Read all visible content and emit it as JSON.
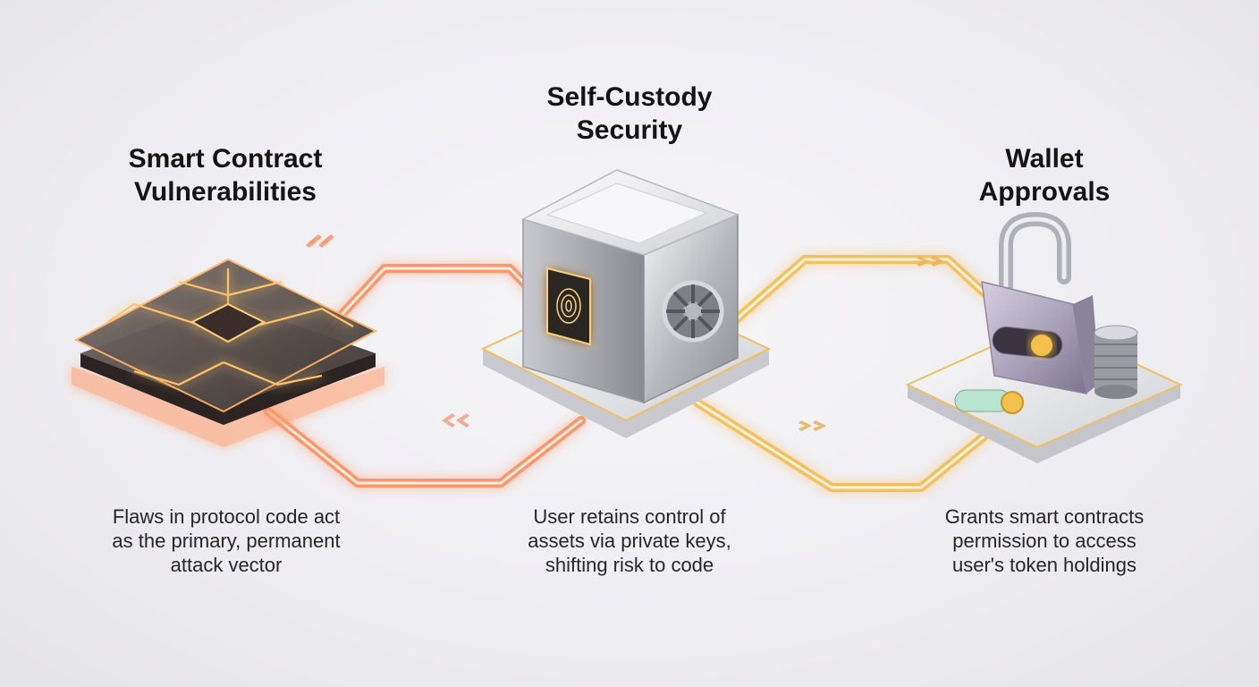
{
  "nodes": {
    "left": {
      "title_line1": "Smart Contract",
      "title_line2": "Vulnerabilities",
      "desc_line1": "Flaws in protocol code act",
      "desc_line2": "as the primary, permanent",
      "desc_line3": "attack vector"
    },
    "center": {
      "title_line1": "Self-Custody",
      "title_line2": "Security",
      "desc_line1": "User retains control of",
      "desc_line2": "assets via private keys,",
      "desc_line3": "shifting risk to code"
    },
    "right": {
      "title_line1": "Wallet",
      "title_line2": "Approvals",
      "desc_line1": "Grants smart contracts",
      "desc_line2": "permission to access",
      "desc_line3": "user's token holdings"
    }
  },
  "icons": {
    "left": "cracked-chip-icon",
    "center": "vault-safe-icon",
    "right": "padlock-icon"
  },
  "colors": {
    "left_glow": "#ff7a45",
    "right_glow": "#f2b73c",
    "text": "#141414"
  }
}
